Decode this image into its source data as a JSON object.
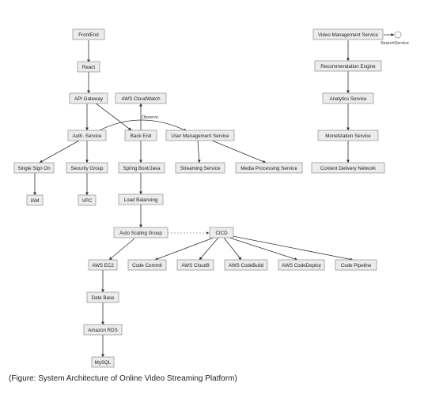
{
  "nodes": {
    "frontend": "FrontEnd",
    "react": "React",
    "api_gateway": "API Gateway",
    "aws_cloudwatch": "AWS CloudWatch",
    "auth_service": "Auth. Service",
    "back_end": "Back End",
    "user_management": "User Management Service",
    "single_sign_on": "Single Sign On",
    "security_group": "Security Group",
    "spring_boot": "Spring Boot/Java",
    "streaming_service": "Streaming Service",
    "media_processing": "Media Processing Service",
    "iam": "IAM",
    "vpc": "VPC",
    "load_balancing": "Load Balancing",
    "auto_scaling": "Auto Scaling Group",
    "cicd": "CICD",
    "aws_ec2": "AWS EC2",
    "code_commit": "Code Commit",
    "aws_cloud9": "AWS Cloud9",
    "aws_codebuild": "AWS CodeBuild",
    "aws_codedeploy": "AWS CodeDeploy",
    "code_pipeline": "Code Pipeline",
    "data_base": "Data Base",
    "amazon_rds": "Amazon RDS",
    "mysql": "MySQL",
    "video_management": "Video Management Service",
    "search_service": "SearchService",
    "recommendation_engine": "Recommendation Engine",
    "analytics_service": "Analytics Service",
    "monetization_service": "Monetization Service",
    "content_delivery": "Content Delivery Network"
  },
  "edge_labels": {
    "observe": "Observe"
  },
  "caption": "(Figure: System Architecture of Online Video Streaming Platform)"
}
